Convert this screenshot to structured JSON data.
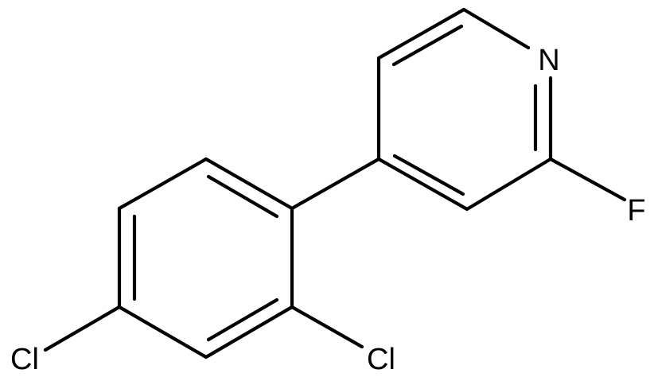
{
  "structure": {
    "atoms": {
      "nitrogen": "N",
      "fluorine": "F",
      "chlorine_ortho": "Cl",
      "chlorine_para": "Cl"
    },
    "colors": {
      "bond": "#000000",
      "label": "#000000",
      "background": "#ffffff"
    }
  }
}
